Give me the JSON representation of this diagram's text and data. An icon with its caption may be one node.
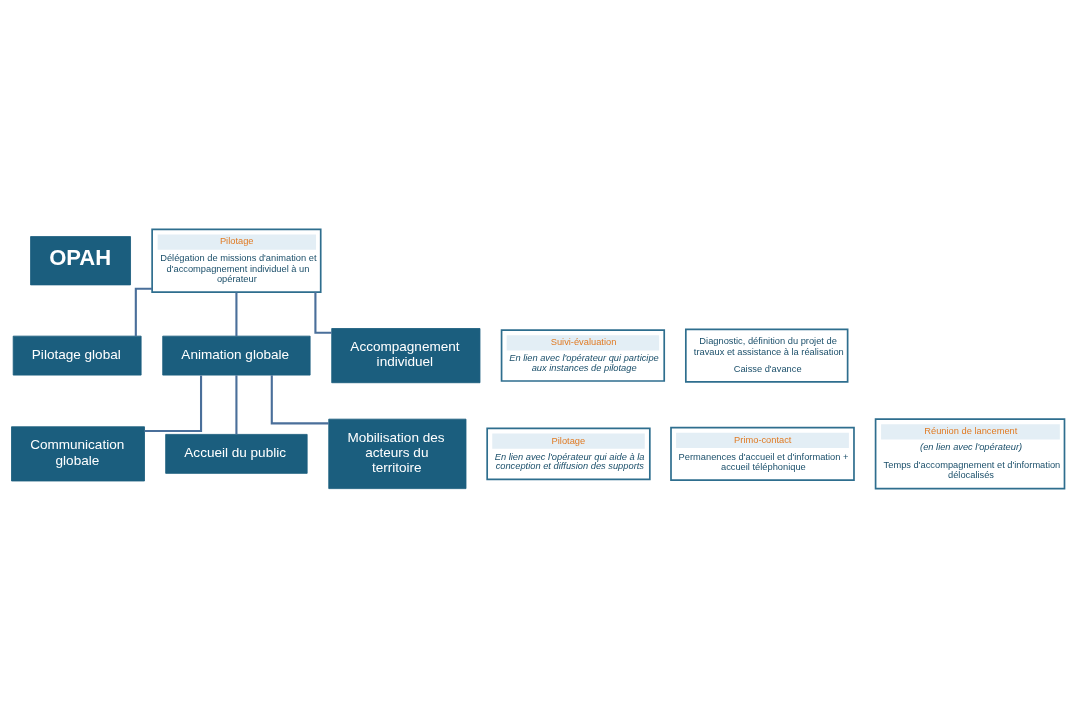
{
  "diagram": {
    "nodes": [
      {
        "text": [
          "OPAH"
        ]
      },
      {
        "text": [
          "Pilotage",
          "Délégation de missions d'animation et d'accompagnement individuel à un opérateur"
        ]
      },
      {
        "text": [
          "Pilotage global"
        ]
      },
      {
        "text": [
          "Suivi-évaluation",
          "En lien avec l'opérateur qui participe aux instances de pilotage"
        ]
      },
      {
        "text": [
          "Animation globale"
        ]
      },
      {
        "text": [
          "Accompagnement individuel"
        ]
      },
      {
        "text": [
          "Diagnostic, définition du projet de travaux et assistance à la réalisation",
          "Caisse d'avance"
        ]
      },
      {
        "text": [
          "Communication globale"
        ]
      },
      {
        "text": [
          "Pilotage",
          "En lien avec l'opérateur qui aide à la conception et diffusion des supports"
        ]
      },
      {
        "text": [
          "Accueil du public"
        ]
      },
      {
        "text": [
          "Primo-contact",
          "Permanences d'accueil et d'information + accueil téléphonique"
        ]
      },
      {
        "text": [
          "Mobilisation des acteurs du territoire"
        ]
      },
      {
        "text": [
          "Réunion de lancement",
          "(en lien avec l'opérateur)",
          "Temps d'accompagnement et d'information délocalisés"
        ]
      }
    ],
    "edges": [
      {
        "from": 1,
        "to": 2,
        "arrow": "none"
      },
      {
        "from": 1,
        "to": 4,
        "arrow": "none"
      },
      {
        "from": 1,
        "to": 5,
        "arrow": "none"
      },
      {
        "from": 4,
        "to": 7,
        "arrow": "none"
      },
      {
        "from": 4,
        "to": 9,
        "arrow": "none"
      },
      {
        "from": 4,
        "to": 11,
        "arrow": "none"
      }
    ]
  }
}
